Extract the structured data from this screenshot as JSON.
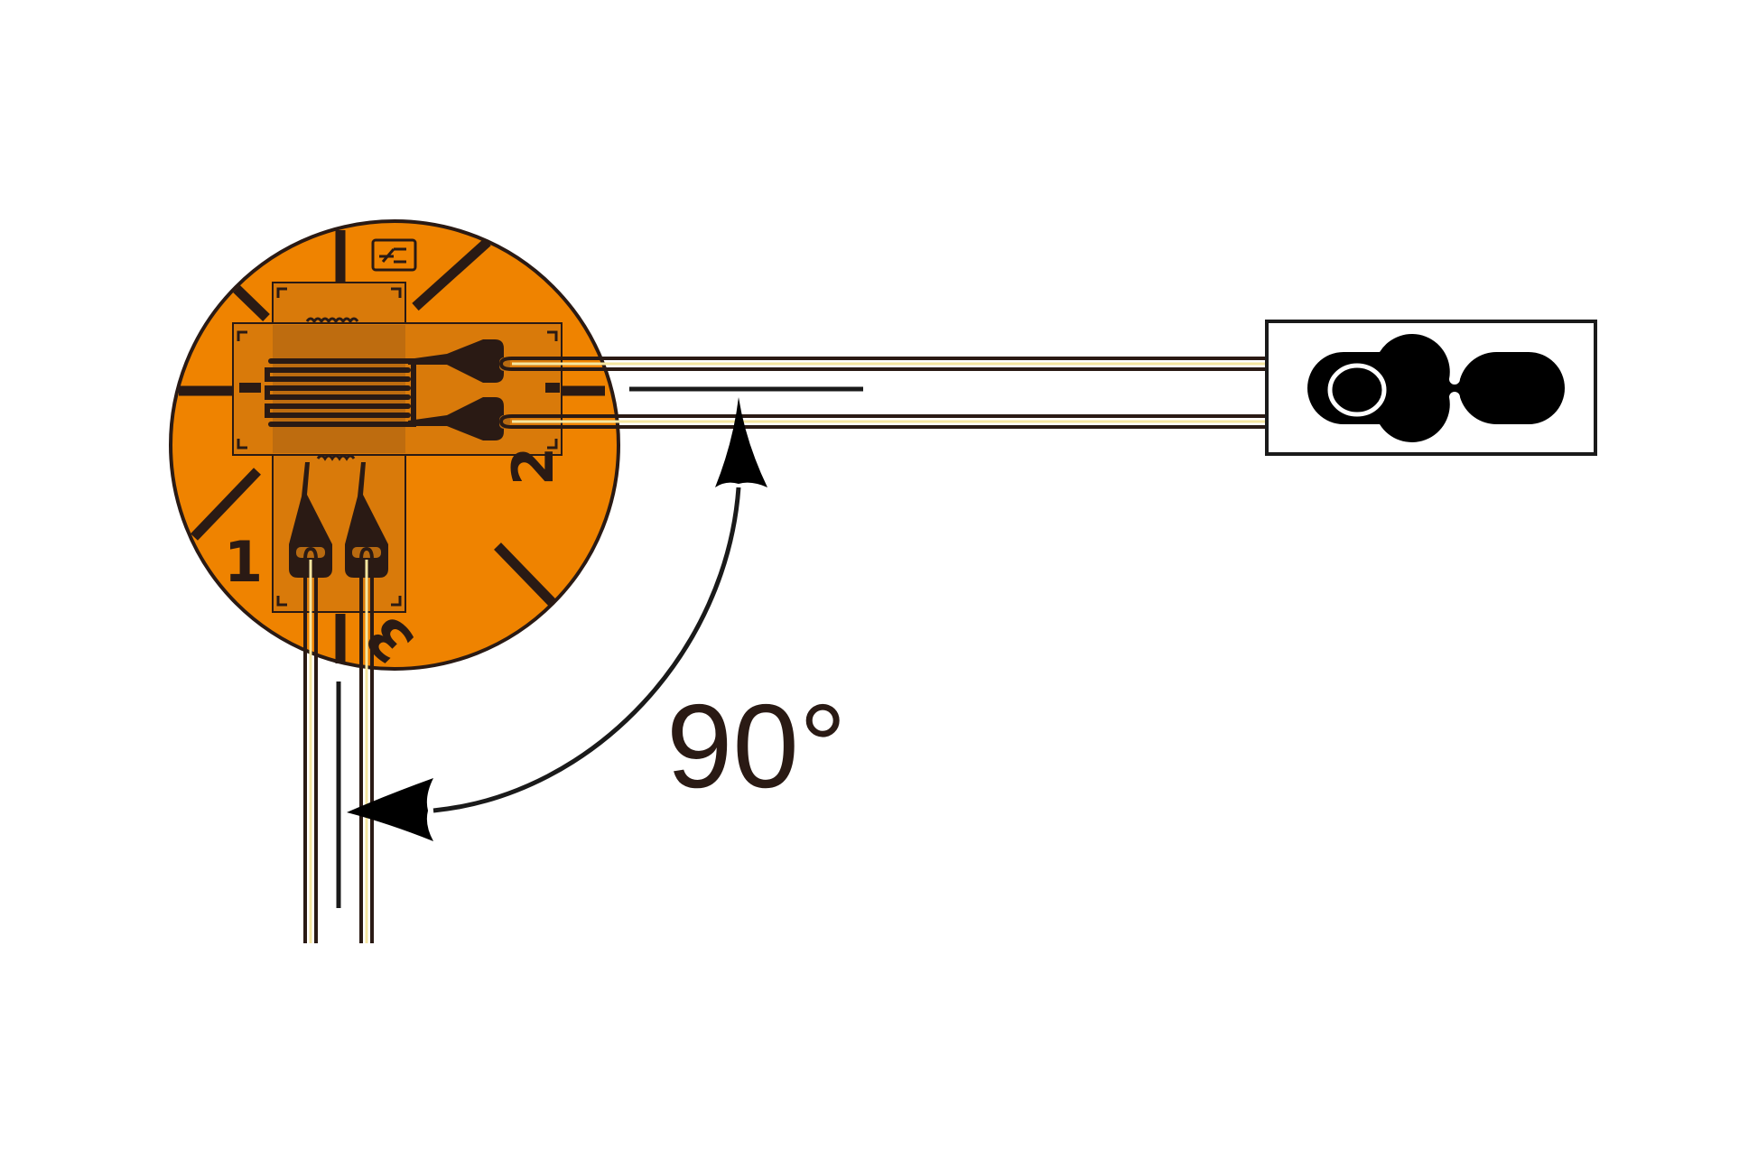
{
  "diagram": {
    "angle_label": "90°",
    "gauge_numbers": [
      "1",
      "2",
      "3"
    ],
    "colors": {
      "background": "#ffffff",
      "rosette_disc": "#ef8300",
      "gauge_backing": "#d97a0a",
      "backing_overlap": "#b86a10",
      "foil_grid": "#2a1a14",
      "outline": "#1a1a1a",
      "solder_pad_highlight": "#f5e6a0"
    }
  }
}
